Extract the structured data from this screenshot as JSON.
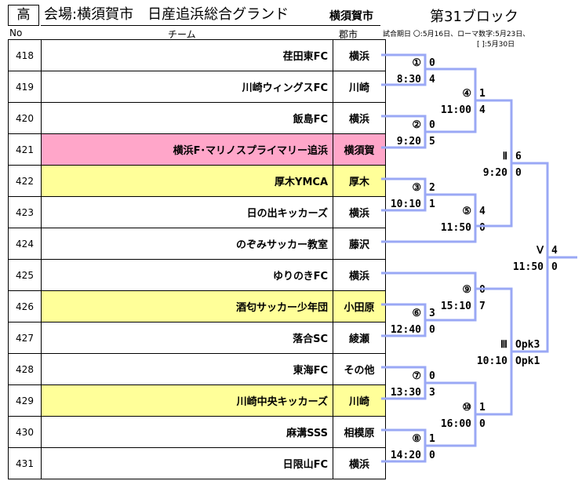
{
  "header": {
    "grade": "高",
    "venue": "会場:横須賀市　日産追浜総合グランド",
    "city": "横須賀市",
    "block": "第31ブロック",
    "col_no": "No",
    "col_team": "チーム",
    "col_city": "郡市",
    "note_line1": "試合期日 〇:5月16日、ローマ数字:5月23日、",
    "note_line2": "[ ]:5月30日"
  },
  "colors": {
    "line": "#9aa8f5",
    "pink": "#ffa6c9",
    "yellow": "#ffff99"
  },
  "teams": [
    {
      "no": "418",
      "name": "荏田東FC",
      "city": "横浜",
      "hl": ""
    },
    {
      "no": "419",
      "name": "川崎ウィングスFC",
      "city": "川崎",
      "hl": ""
    },
    {
      "no": "420",
      "name": "飯島FC",
      "city": "横浜",
      "hl": ""
    },
    {
      "no": "421",
      "name": "横浜F･マリノスプライマリー追浜",
      "city": "横須賀",
      "hl": "pink"
    },
    {
      "no": "422",
      "name": "厚木YMCA",
      "city": "厚木",
      "hl": "yellow"
    },
    {
      "no": "423",
      "name": "日の出キッカーズ",
      "city": "横浜",
      "hl": ""
    },
    {
      "no": "424",
      "name": "のぞみサッカー教室",
      "city": "藤沢",
      "hl": ""
    },
    {
      "no": "425",
      "name": "ゆりのきFC",
      "city": "横浜",
      "hl": ""
    },
    {
      "no": "426",
      "name": "酒匂サッカー少年団",
      "city": "小田原",
      "hl": "yellow"
    },
    {
      "no": "427",
      "name": "落合SC",
      "city": "綾瀬",
      "hl": ""
    },
    {
      "no": "428",
      "name": "東海FC",
      "city": "その他",
      "hl": ""
    },
    {
      "no": "429",
      "name": "川崎中央キッカーズ",
      "city": "川崎",
      "hl": "yellow"
    },
    {
      "no": "430",
      "name": "麻溝SSS",
      "city": "相模原",
      "hl": ""
    },
    {
      "no": "431",
      "name": "日限山FC",
      "city": "横浜",
      "hl": ""
    }
  ],
  "matches": [
    {
      "label": "①",
      "time": "8:30",
      "s1": "0",
      "s2": "4"
    },
    {
      "label": "②",
      "time": "9:20",
      "s1": "0",
      "s2": "5"
    },
    {
      "label": "③",
      "time": "10:10",
      "s1": "2",
      "s2": "1"
    },
    {
      "label": "④",
      "time": "11:00",
      "s1": "1",
      "s2": "4"
    },
    {
      "label": "⑤",
      "time": "11:50",
      "s1": "4",
      "s2": "0"
    },
    {
      "label": "Ⅱ",
      "time": "9:20",
      "s1": "6",
      "s2": "0"
    },
    {
      "label": "Ⅴ",
      "time": "11:50",
      "s1": "4",
      "s2": "0"
    },
    {
      "label": "⑨",
      "time": "15:10",
      "s1": "0",
      "s2": "7"
    },
    {
      "label": "⑥",
      "time": "12:40",
      "s1": "3",
      "s2": "0"
    },
    {
      "label": "Ⅲ",
      "time": "10:10",
      "s1": "Opk3",
      "s2": "Opk1"
    },
    {
      "label": "⑦",
      "time": "13:30",
      "s1": "0",
      "s2": "3"
    },
    {
      "label": "⑩",
      "time": "16:00",
      "s1": "1",
      "s2": "0"
    },
    {
      "label": "⑧",
      "time": "14:20",
      "s1": "1",
      "s2": "0"
    }
  ]
}
